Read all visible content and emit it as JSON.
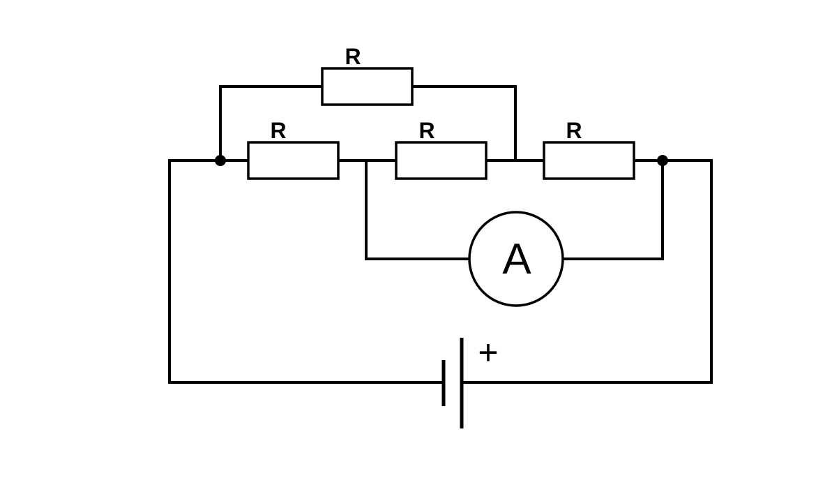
{
  "resistors": [
    {
      "label": "R"
    },
    {
      "label": "R"
    },
    {
      "label": "R"
    },
    {
      "label": "R"
    }
  ],
  "ammeter": {
    "label": "A"
  },
  "battery": {
    "polarity_mark": "+"
  },
  "colors": {
    "line": "#000000",
    "background": "#ffffff"
  }
}
